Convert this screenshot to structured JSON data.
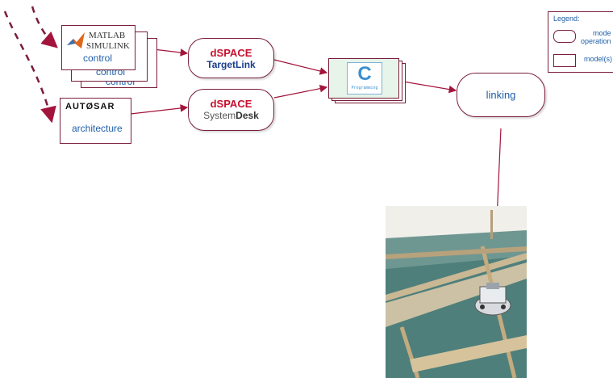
{
  "legend": {
    "title": "Legend:",
    "operation_label": "mode\noperation",
    "model_label": "model(s)"
  },
  "inputs": {
    "matlab_line1": "MATLAB",
    "matlab_line2": "SIMULINK",
    "control_front": "control",
    "control_back1": "control",
    "control_back2": "control",
    "autosar_logo": "AUTØSAR",
    "architecture": "architecture"
  },
  "operations": {
    "targetlink_top": "dSPACE",
    "targetlink_bottom": "TargetLink",
    "systemdesk_top": "dSPACE",
    "systemdesk_bottom_a": "System",
    "systemdesk_bottom_b": "Desk",
    "linking": "linking"
  },
  "c_code": {
    "letter": "C",
    "caption": "Programming"
  },
  "colors": {
    "arrow": "#a3143c",
    "border": "#7a1e3a",
    "text_blue": "#1f5fa8",
    "dspace_red": "#c8102e",
    "dspace_blue": "#1a3c8c"
  }
}
